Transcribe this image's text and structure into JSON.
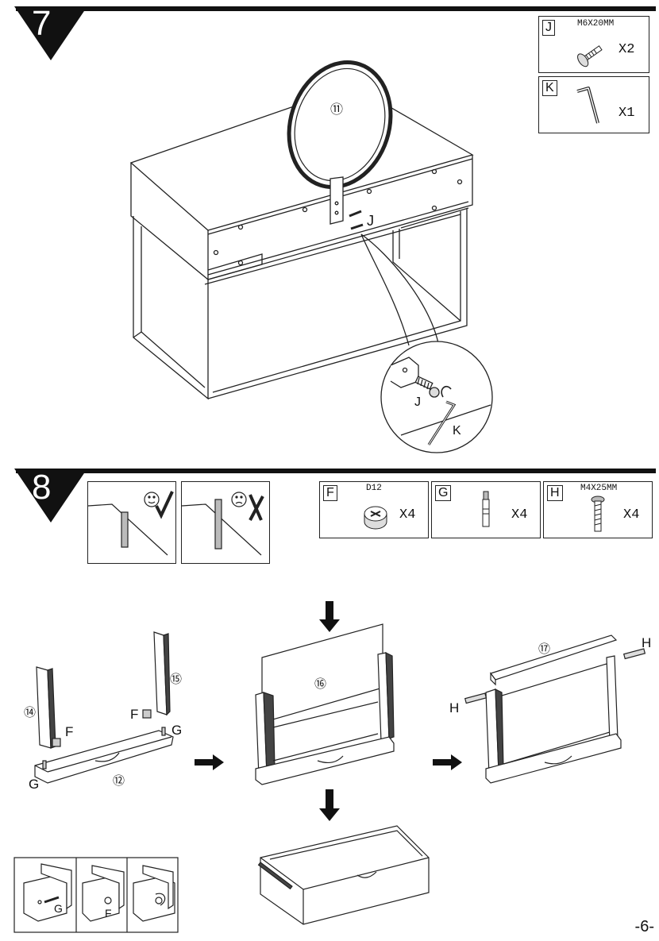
{
  "page_number": "-6-",
  "step7": {
    "number": "7",
    "parts": [
      {
        "letter": "J",
        "size": "M6X20MM",
        "qty": "X2",
        "icon": "screw-icon"
      },
      {
        "letter": "K",
        "size": "",
        "qty": "X1",
        "icon": "allen-key-icon"
      }
    ],
    "callouts": {
      "mirror": "⑪",
      "screw_main": "J",
      "screw_detail": "J",
      "key_detail": "K"
    }
  },
  "step8": {
    "number": "8",
    "parts": [
      {
        "letter": "F",
        "size": "D12",
        "qty": "X4",
        "icon": "cam-lock-icon"
      },
      {
        "letter": "G",
        "size": "",
        "qty": "X4",
        "icon": "cam-bolt-icon"
      },
      {
        "letter": "H",
        "size": "M4X25MM",
        "qty": "X4",
        "icon": "bolt-icon"
      }
    ],
    "callouts": {
      "panel14": "⑭",
      "panel15": "⑮",
      "panel12": "⑫",
      "panel16": "⑯",
      "panel17": "⑰",
      "F_left": "F",
      "F_right": "F",
      "G_right": "G",
      "G_left": "G",
      "H_right": "H",
      "H_left": "H",
      "detail_G": "G",
      "detail_F": "F"
    }
  }
}
